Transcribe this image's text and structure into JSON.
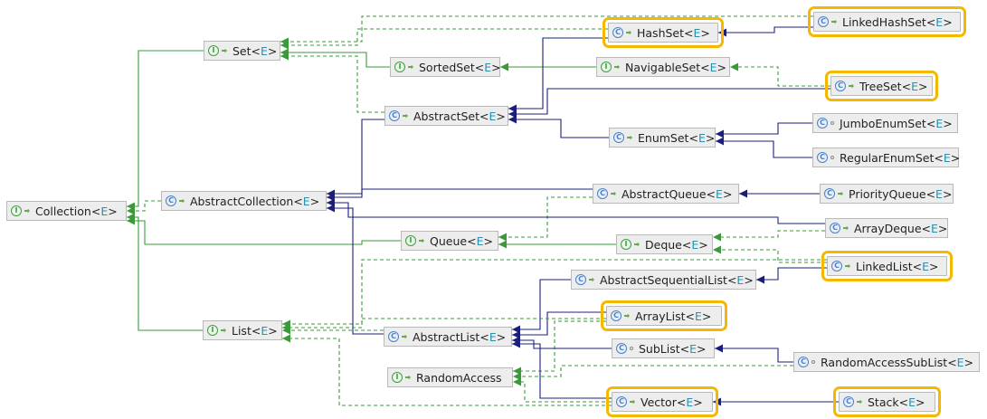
{
  "diagram": {
    "nodes": [
      {
        "id": "collection",
        "name": "Collection",
        "generic": "E",
        "kind": "interface",
        "mod": "public",
        "highlight": false
      },
      {
        "id": "set",
        "name": "Set",
        "generic": "E",
        "kind": "interface",
        "mod": "public",
        "highlight": false
      },
      {
        "id": "sortedset",
        "name": "SortedSet",
        "generic": "E",
        "kind": "interface",
        "mod": "public",
        "highlight": false
      },
      {
        "id": "navigableset",
        "name": "NavigableSet",
        "generic": "E",
        "kind": "interface",
        "mod": "public",
        "highlight": false
      },
      {
        "id": "hashset",
        "name": "HashSet",
        "generic": "E",
        "kind": "class",
        "mod": "public",
        "highlight": true
      },
      {
        "id": "linkedhashset",
        "name": "LinkedHashSet",
        "generic": "E",
        "kind": "class",
        "mod": "public",
        "highlight": true
      },
      {
        "id": "treeset",
        "name": "TreeSet",
        "generic": "E",
        "kind": "class",
        "mod": "public",
        "highlight": true
      },
      {
        "id": "abstractset",
        "name": "AbstractSet",
        "generic": "E",
        "kind": "class",
        "mod": "public",
        "highlight": false
      },
      {
        "id": "enumset",
        "name": "EnumSet",
        "generic": "E",
        "kind": "class",
        "mod": "public",
        "highlight": false
      },
      {
        "id": "jumboenumset",
        "name": "JumboEnumSet",
        "generic": "E",
        "kind": "class",
        "mod": "package",
        "highlight": false
      },
      {
        "id": "regularenumset",
        "name": "RegularEnumSet",
        "generic": "E",
        "kind": "class",
        "mod": "package",
        "highlight": false
      },
      {
        "id": "abstractcollection",
        "name": "AbstractCollection",
        "generic": "E",
        "kind": "class",
        "mod": "public",
        "highlight": false
      },
      {
        "id": "abstractqueue",
        "name": "AbstractQueue",
        "generic": "E",
        "kind": "class",
        "mod": "public",
        "highlight": false
      },
      {
        "id": "priorityqueue",
        "name": "PriorityQueue",
        "generic": "E",
        "kind": "class",
        "mod": "public",
        "highlight": false
      },
      {
        "id": "arraydeque",
        "name": "ArrayDeque",
        "generic": "E",
        "kind": "class",
        "mod": "public",
        "highlight": false
      },
      {
        "id": "queue",
        "name": "Queue",
        "generic": "E",
        "kind": "interface",
        "mod": "public",
        "highlight": false
      },
      {
        "id": "deque",
        "name": "Deque",
        "generic": "E",
        "kind": "interface",
        "mod": "public",
        "highlight": false
      },
      {
        "id": "linkedlist",
        "name": "LinkedList",
        "generic": "E",
        "kind": "class",
        "mod": "public",
        "highlight": true
      },
      {
        "id": "abstractsequentiallist",
        "name": "AbstractSequentialList",
        "generic": "E",
        "kind": "class",
        "mod": "public",
        "highlight": false
      },
      {
        "id": "list",
        "name": "List",
        "generic": "E",
        "kind": "interface",
        "mod": "public",
        "highlight": false
      },
      {
        "id": "abstractlist",
        "name": "AbstractList",
        "generic": "E",
        "kind": "class",
        "mod": "public",
        "highlight": false
      },
      {
        "id": "arraylist",
        "name": "ArrayList",
        "generic": "E",
        "kind": "class",
        "mod": "public",
        "highlight": true
      },
      {
        "id": "sublist",
        "name": "SubList",
        "generic": "E",
        "kind": "class",
        "mod": "package",
        "highlight": false
      },
      {
        "id": "randomaccesssublist",
        "name": "RandomAccessSubList",
        "generic": "E",
        "kind": "class",
        "mod": "package",
        "highlight": false
      },
      {
        "id": "randomaccess",
        "name": "RandomAccess",
        "generic": "",
        "kind": "interface",
        "mod": "public",
        "highlight": false
      },
      {
        "id": "vector",
        "name": "Vector",
        "generic": "E",
        "kind": "class",
        "mod": "public",
        "highlight": true
      },
      {
        "id": "stack",
        "name": "Stack",
        "generic": "E",
        "kind": "class",
        "mod": "public",
        "highlight": true
      }
    ],
    "edges": [
      {
        "from": "set",
        "to": "collection",
        "type": "extends-interface"
      },
      {
        "from": "list",
        "to": "collection",
        "type": "extends-interface"
      },
      {
        "from": "queue",
        "to": "collection",
        "type": "extends-interface"
      },
      {
        "from": "abstractcollection",
        "to": "collection",
        "type": "implements"
      },
      {
        "from": "sortedset",
        "to": "set",
        "type": "extends-interface"
      },
      {
        "from": "navigableset",
        "to": "sortedset",
        "type": "extends-interface"
      },
      {
        "from": "hashset",
        "to": "set",
        "type": "implements"
      },
      {
        "from": "linkedhashset",
        "to": "set",
        "type": "implements"
      },
      {
        "from": "linkedhashset",
        "to": "hashset",
        "type": "extends"
      },
      {
        "from": "treeset",
        "to": "navigableset",
        "type": "implements"
      },
      {
        "from": "treeset",
        "to": "abstractset",
        "type": "extends"
      },
      {
        "from": "hashset",
        "to": "abstractset",
        "type": "extends"
      },
      {
        "from": "abstractset",
        "to": "set",
        "type": "implements"
      },
      {
        "from": "abstractset",
        "to": "abstractcollection",
        "type": "extends"
      },
      {
        "from": "enumset",
        "to": "abstractset",
        "type": "extends"
      },
      {
        "from": "jumboenumset",
        "to": "enumset",
        "type": "extends"
      },
      {
        "from": "regularenumset",
        "to": "enumset",
        "type": "extends"
      },
      {
        "from": "abstractqueue",
        "to": "abstractcollection",
        "type": "extends"
      },
      {
        "from": "abstractqueue",
        "to": "queue",
        "type": "implements"
      },
      {
        "from": "priorityqueue",
        "to": "abstractqueue",
        "type": "extends"
      },
      {
        "from": "arraydeque",
        "to": "abstractcollection",
        "type": "extends"
      },
      {
        "from": "arraydeque",
        "to": "deque",
        "type": "implements"
      },
      {
        "from": "deque",
        "to": "queue",
        "type": "extends-interface"
      },
      {
        "from": "linkedlist",
        "to": "deque",
        "type": "implements"
      },
      {
        "from": "linkedlist",
        "to": "list",
        "type": "implements"
      },
      {
        "from": "linkedlist",
        "to": "abstractsequentiallist",
        "type": "extends"
      },
      {
        "from": "abstractsequentiallist",
        "to": "abstractlist",
        "type": "extends"
      },
      {
        "from": "abstractlist",
        "to": "abstractcollection",
        "type": "extends"
      },
      {
        "from": "abstractlist",
        "to": "list",
        "type": "implements"
      },
      {
        "from": "arraylist",
        "to": "abstractlist",
        "type": "extends"
      },
      {
        "from": "arraylist",
        "to": "list",
        "type": "implements"
      },
      {
        "from": "arraylist",
        "to": "randomaccess",
        "type": "implements"
      },
      {
        "from": "sublist",
        "to": "abstractlist",
        "type": "extends"
      },
      {
        "from": "randomaccesssublist",
        "to": "sublist",
        "type": "extends"
      },
      {
        "from": "randomaccesssublist",
        "to": "randomaccess",
        "type": "implements"
      },
      {
        "from": "vector",
        "to": "abstractlist",
        "type": "extends"
      },
      {
        "from": "vector",
        "to": "list",
        "type": "implements"
      },
      {
        "from": "vector",
        "to": "randomaccess",
        "type": "implements"
      },
      {
        "from": "stack",
        "to": "vector",
        "type": "extends"
      }
    ]
  },
  "colors": {
    "extends": "#1b1f7a",
    "implements": "#3a9a3a",
    "highlight": "#f5b800",
    "generic_text": "#2a8fb0",
    "node_background": "#ededed"
  },
  "icons": {
    "interface": "interface-i-icon",
    "class": "class-c-icon",
    "public": "public-modifier-icon",
    "package": "package-private-modifier-icon"
  }
}
